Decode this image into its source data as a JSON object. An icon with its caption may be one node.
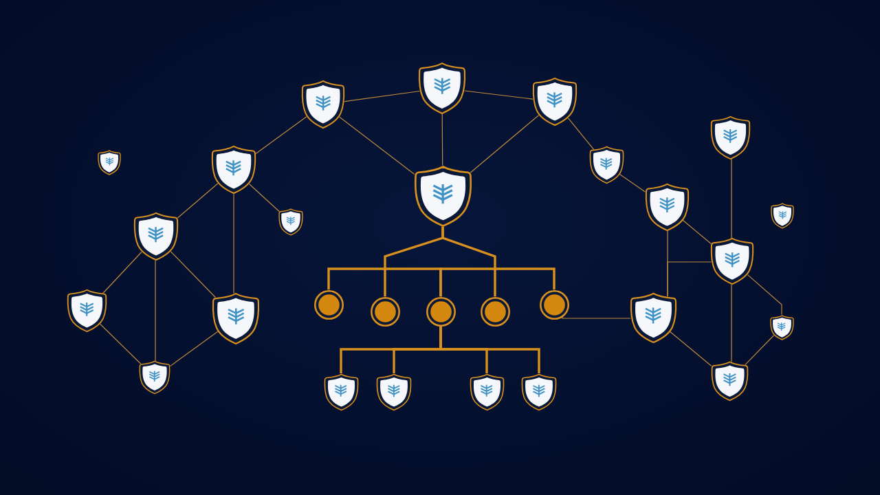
{
  "diagram": {
    "nodes": [
      {
        "text": [],
        "shape": "shield"
      },
      {
        "text": [],
        "shape": "shield"
      },
      {
        "text": [],
        "shape": "shield"
      },
      {
        "text": [],
        "shape": "shield"
      },
      {
        "text": [],
        "shape": "shield"
      },
      {
        "text": [],
        "shape": "shield"
      },
      {
        "text": [],
        "shape": "shield"
      },
      {
        "text": [],
        "shape": "shield"
      },
      {
        "text": [],
        "shape": "shield"
      },
      {
        "text": [],
        "shape": "shield"
      },
      {
        "text": [],
        "shape": "shield"
      },
      {
        "text": [],
        "shape": "shield"
      },
      {
        "text": [],
        "shape": "shield"
      },
      {
        "text": [],
        "shape": "shield"
      },
      {
        "text": [],
        "shape": "shield"
      },
      {
        "text": [],
        "shape": "circle"
      },
      {
        "text": [],
        "shape": "circle"
      },
      {
        "text": [],
        "shape": "circle"
      },
      {
        "text": [],
        "shape": "circle"
      },
      {
        "text": [],
        "shape": "circle"
      },
      {
        "text": [],
        "shape": "shield"
      },
      {
        "text": [],
        "shape": "shield"
      },
      {
        "text": [],
        "shape": "shield"
      },
      {
        "text": [],
        "shape": "shield"
      },
      {
        "text": [],
        "shape": "shield"
      },
      {
        "text": [],
        "shape": "shield"
      },
      {
        "text": [],
        "shape": "shield"
      },
      {
        "text": [],
        "shape": "shield"
      }
    ],
    "edges": [
      {
        "from": 1,
        "to": 0,
        "arrow": "none"
      },
      {
        "from": 0,
        "to": 2,
        "arrow": "none"
      },
      {
        "from": 0,
        "to": 6,
        "arrow": "none"
      },
      {
        "from": 1,
        "to": 6,
        "arrow": "none"
      },
      {
        "from": 2,
        "to": 6,
        "arrow": "none"
      },
      {
        "from": 1,
        "to": 4,
        "arrow": "none"
      },
      {
        "from": 4,
        "to": 8,
        "arrow": "none"
      },
      {
        "from": 4,
        "to": 11,
        "arrow": "none"
      },
      {
        "from": 4,
        "to": 14,
        "arrow": "none"
      },
      {
        "from": 11,
        "to": 13,
        "arrow": "none"
      },
      {
        "from": 11,
        "to": 14,
        "arrow": "none"
      },
      {
        "from": 11,
        "to": 22,
        "arrow": "none"
      },
      {
        "from": 13,
        "to": 22,
        "arrow": "none"
      },
      {
        "from": 14,
        "to": 22,
        "arrow": "none"
      },
      {
        "from": 2,
        "to": 5,
        "arrow": "none"
      },
      {
        "from": 5,
        "to": 9,
        "arrow": "none"
      },
      {
        "from": 9,
        "to": 12,
        "arrow": "none"
      },
      {
        "from": 9,
        "to": 20,
        "arrow": "none"
      },
      {
        "from": 12,
        "to": 20,
        "arrow": "none"
      },
      {
        "from": 7,
        "to": 12,
        "arrow": "none"
      },
      {
        "from": 12,
        "to": 27,
        "arrow": "none"
      },
      {
        "from": 12,
        "to": 21,
        "arrow": "none"
      },
      {
        "from": 21,
        "to": 27,
        "arrow": "none"
      },
      {
        "from": 20,
        "to": 27,
        "arrow": "none"
      },
      {
        "from": 19,
        "to": 20,
        "arrow": "none"
      },
      {
        "from": 6,
        "to": 16,
        "arrow": "none",
        "style": "thick"
      },
      {
        "from": 6,
        "to": 18,
        "arrow": "none",
        "style": "thick"
      },
      {
        "from": 17,
        "to": 15,
        "arrow": "none",
        "style": "thick"
      },
      {
        "from": 17,
        "to": 19,
        "arrow": "none",
        "style": "thick"
      },
      {
        "from": 17,
        "to": 23,
        "arrow": "none",
        "style": "thick"
      },
      {
        "from": 17,
        "to": 24,
        "arrow": "none",
        "style": "thick"
      },
      {
        "from": 17,
        "to": 25,
        "arrow": "none",
        "style": "thick"
      },
      {
        "from": 17,
        "to": 26,
        "arrow": "none",
        "style": "thick"
      }
    ]
  }
}
